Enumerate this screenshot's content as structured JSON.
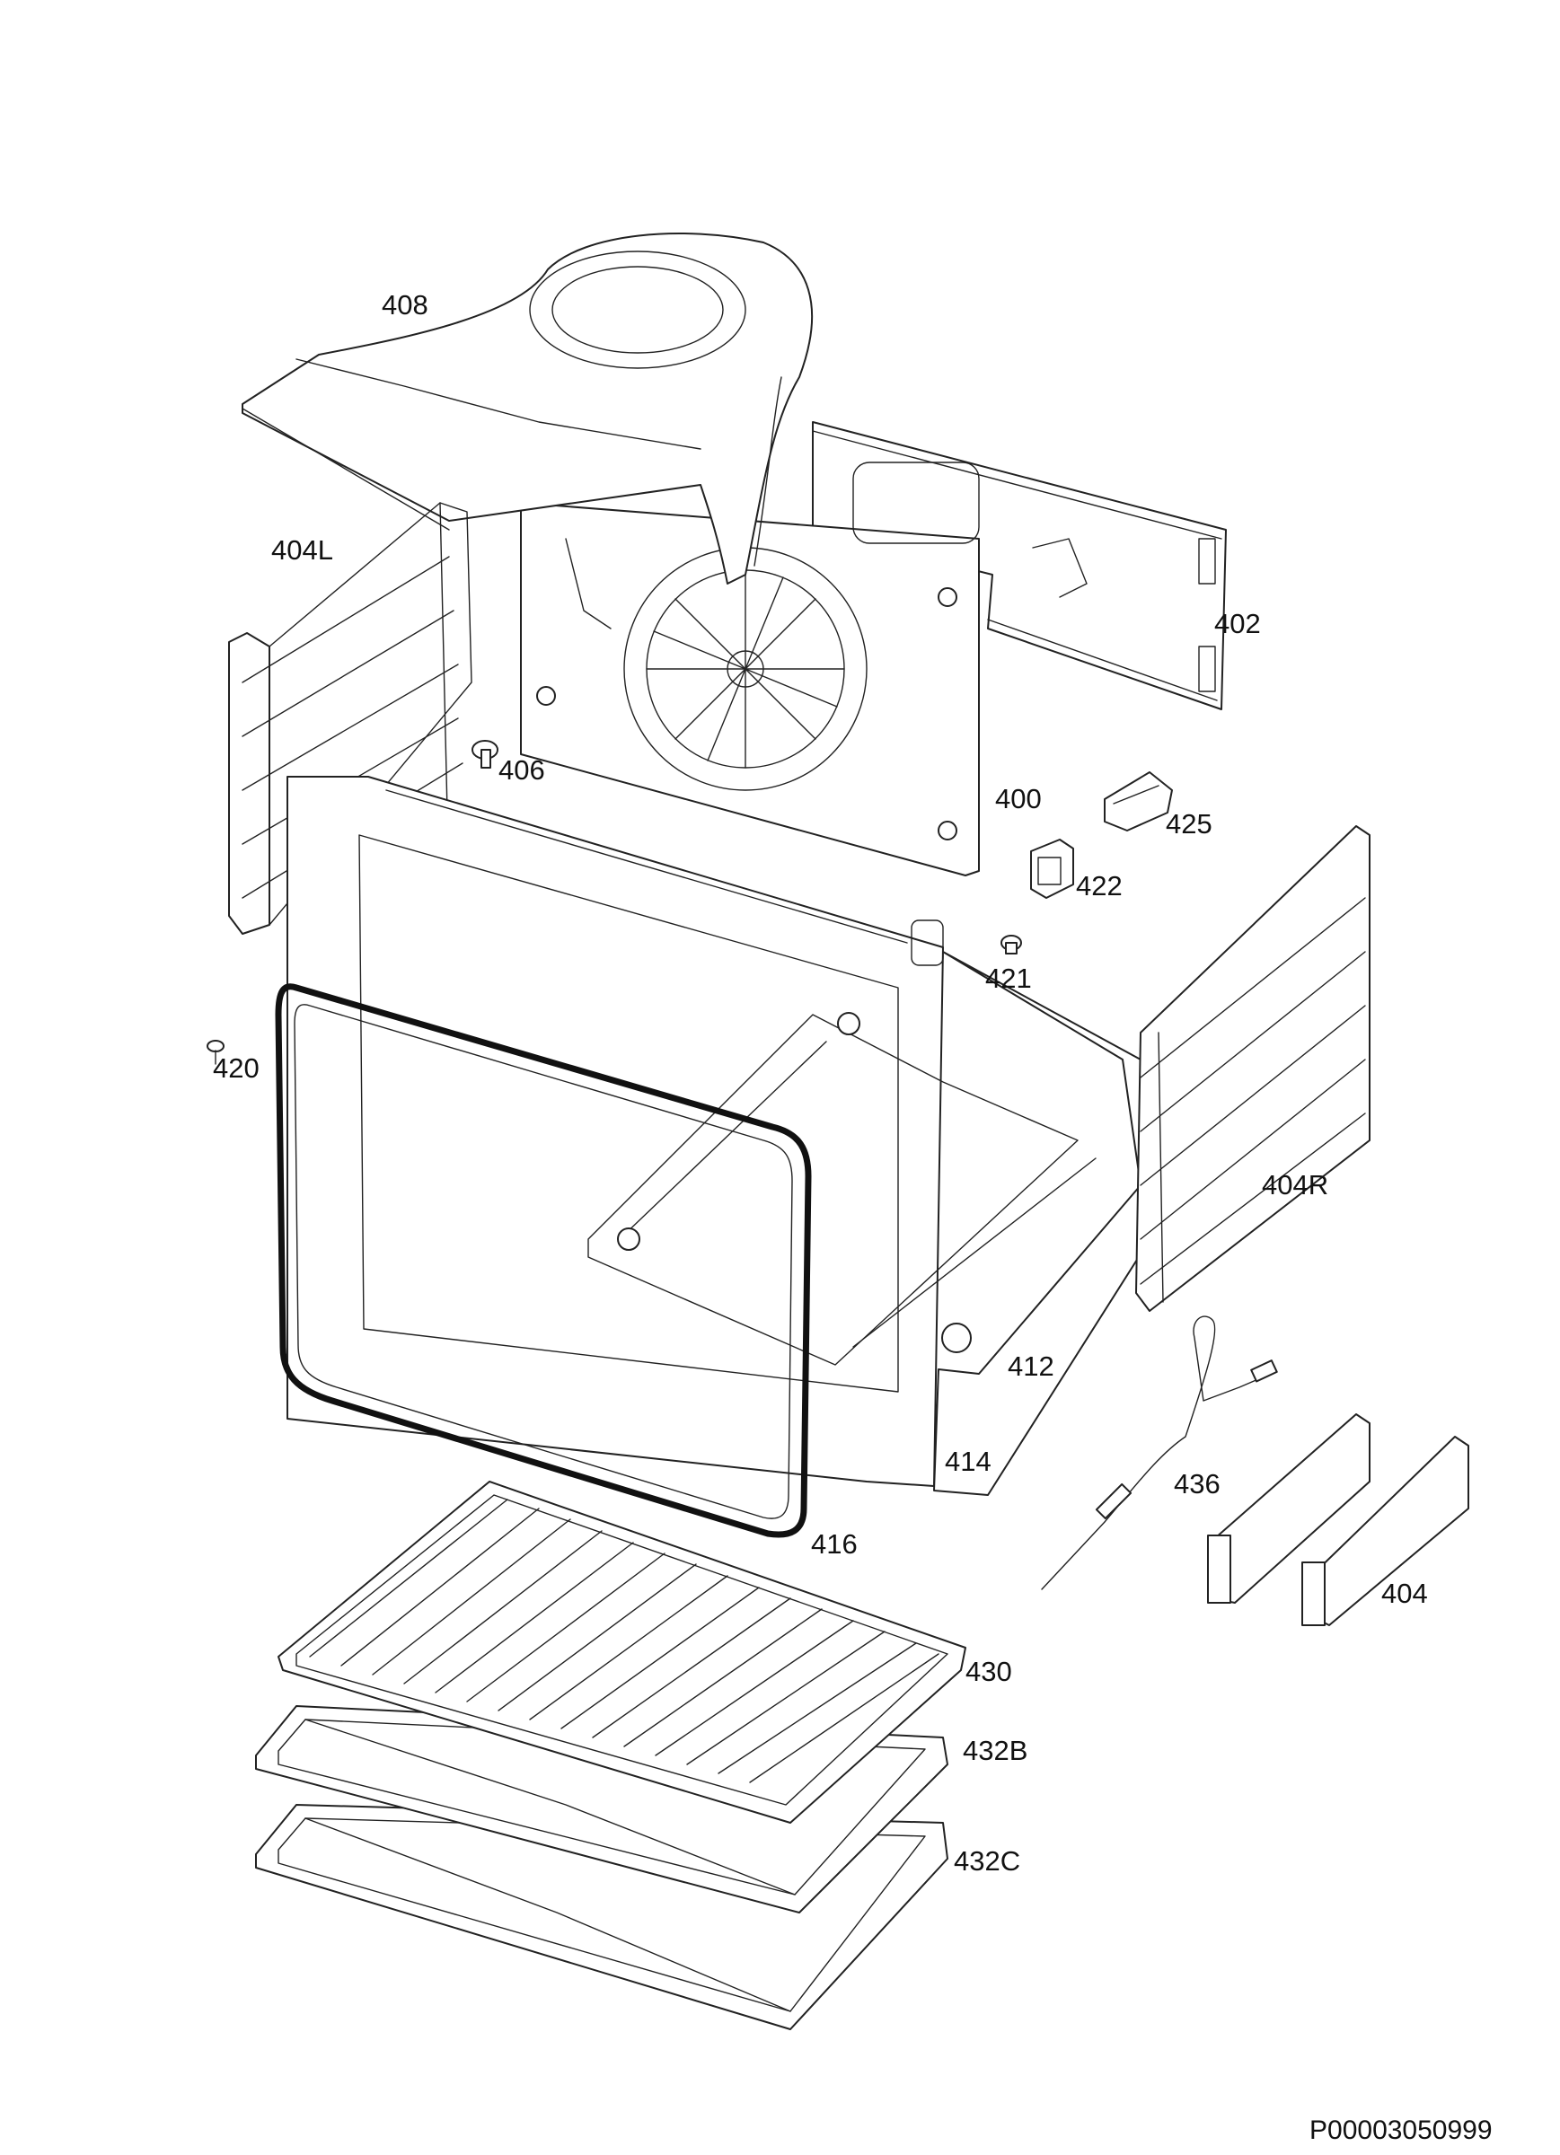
{
  "diagram_code": "P00003050999",
  "labels": [
    {
      "key": "408",
      "text": "408"
    },
    {
      "key": "404L",
      "text": "404L"
    },
    {
      "key": "402",
      "text": "402"
    },
    {
      "key": "406",
      "text": "406"
    },
    {
      "key": "400",
      "text": "400"
    },
    {
      "key": "425",
      "text": "425"
    },
    {
      "key": "422",
      "text": "422"
    },
    {
      "key": "421",
      "text": "421"
    },
    {
      "key": "420",
      "text": "420"
    },
    {
      "key": "404R",
      "text": "404R"
    },
    {
      "key": "412",
      "text": "412"
    },
    {
      "key": "414",
      "text": "414"
    },
    {
      "key": "436",
      "text": "436"
    },
    {
      "key": "416",
      "text": "416"
    },
    {
      "key": "404",
      "text": "404"
    },
    {
      "key": "430",
      "text": "430"
    },
    {
      "key": "432B",
      "text": "432B"
    },
    {
      "key": "432C",
      "text": "432C"
    }
  ]
}
